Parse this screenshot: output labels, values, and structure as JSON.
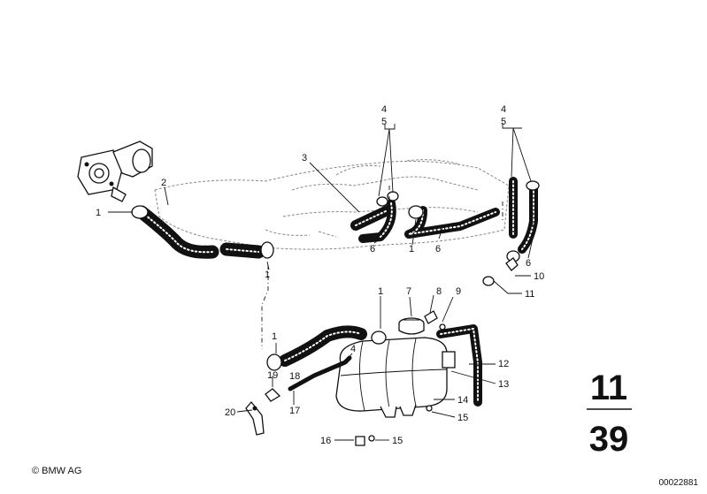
{
  "callouts": {
    "c1a": "1",
    "c2": "2",
    "c3": "3",
    "c4a": "4",
    "c5a": "5",
    "c4b": "4",
    "c5b": "5",
    "c6a": "6",
    "c1b": "1",
    "c6b": "6",
    "c6c": "6",
    "c10": "10",
    "c11": "11",
    "c1c": "1",
    "c7": "7",
    "c8": "8",
    "c9": "9",
    "c1d": "1",
    "c4c": "4",
    "c19": "19",
    "c18": "18",
    "c12": "12",
    "c13": "13",
    "c17": "17",
    "c20": "20",
    "c14": "14",
    "c15a": "15",
    "c16": "16",
    "c15b": "15"
  },
  "group_number": {
    "top": "11",
    "bottom": "39"
  },
  "footer": {
    "copyright": "© BMW AG",
    "ref": "00022881"
  }
}
